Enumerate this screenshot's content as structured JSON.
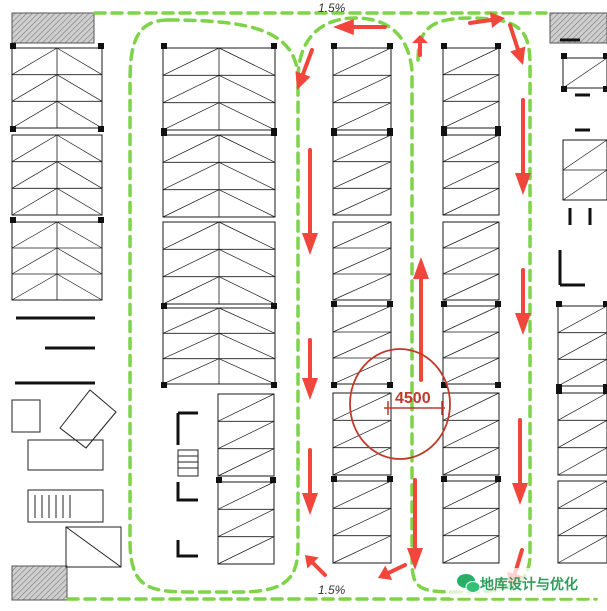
{
  "colors": {
    "route": "#7ed348",
    "arrow": "#f0463c",
    "line": "#1a1a1a",
    "dim": "#c0392b",
    "hatch": "#9a9a9a"
  },
  "labels": {
    "dimension": "4500",
    "slope_top": "1.5%",
    "slope_bottom": "1.5%",
    "watermark": "地库设计与优化"
  },
  "icons": {
    "watermark": "wechat-icon"
  }
}
